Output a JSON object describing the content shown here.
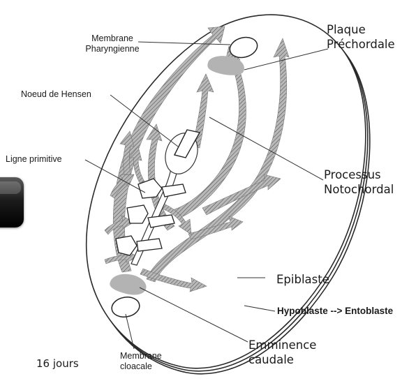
{
  "labels": {
    "membrane_pharyngienne": [
      "Membrane",
      "Pharyngienne"
    ],
    "plaque_prechordale": [
      "Plaque",
      "Préchordale"
    ],
    "noeud_de_hensen": "Noeud de Hensen",
    "ligne_primitive": "Ligne primitive",
    "processus_notochordal": [
      "Processus",
      "Notochordal"
    ],
    "epiblaste": "Epiblaste",
    "hypoblaste": "Hypoblaste --> Entoblaste",
    "emminence_caudale": [
      "Emminence",
      "caudale"
    ],
    "membrane_cloacale": [
      "Membrane",
      "cloacale"
    ],
    "stage": "16 jours"
  },
  "colors": {
    "outline": "#2a2a2a",
    "arrow_fill": "#8f8f8f",
    "plate_fill": "#b3b3b3",
    "tab": "#111111"
  },
  "icons": {
    "side_tab": "dark-rounded-tab"
  }
}
